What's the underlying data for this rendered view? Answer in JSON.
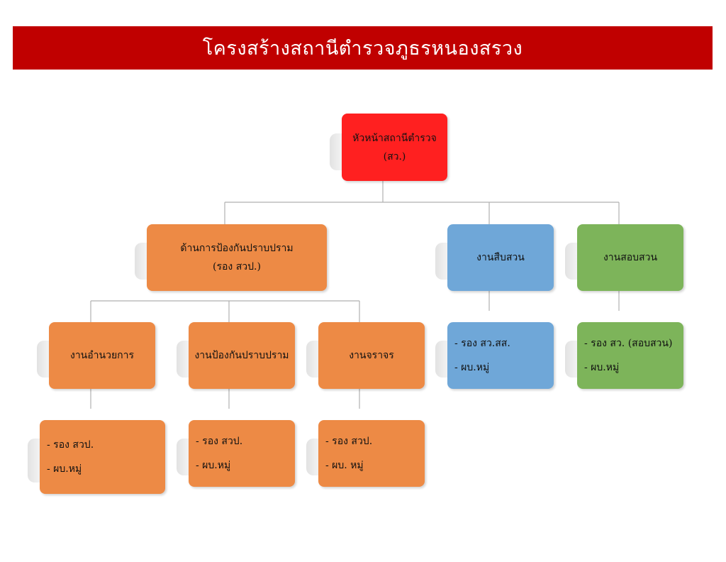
{
  "title": "โครงสร้างสถานีตำรวจภูธรหนองสรวง",
  "colors": {
    "banner": "#c00000",
    "chief": "#ff2020",
    "prevention": "#ed8a45",
    "investigation": "#6fa7d8",
    "inquiry": "#7db45a"
  },
  "chief": {
    "line1": "หัวหน้าสถานีตำรวจ",
    "line2": "(สว.)"
  },
  "prevention": {
    "line1": "ด้านการป้องกันปราบปราม",
    "line2": "(รอง สวป.)",
    "units": [
      {
        "label": "งานอำนวยการ",
        "details": [
          "- รอง สวป.",
          "- ผบ.หมู่"
        ]
      },
      {
        "label": "งานป้องกันปราบปราม",
        "details": [
          "- รอง สวป.",
          "- ผบ.หมู่"
        ]
      },
      {
        "label": "งานจราจร",
        "details": [
          "- รอง สวป.",
          "- ผบ. หมู่"
        ]
      }
    ]
  },
  "investigation": {
    "label": "งานสืบสวน",
    "details": [
      "- รอง สว.สส.",
      "- ผบ.หมู่"
    ]
  },
  "inquiry": {
    "label": "งานสอบสวน",
    "details": [
      "- รอง สว. (สอบสวน)",
      "- ผบ.หมู่"
    ]
  }
}
